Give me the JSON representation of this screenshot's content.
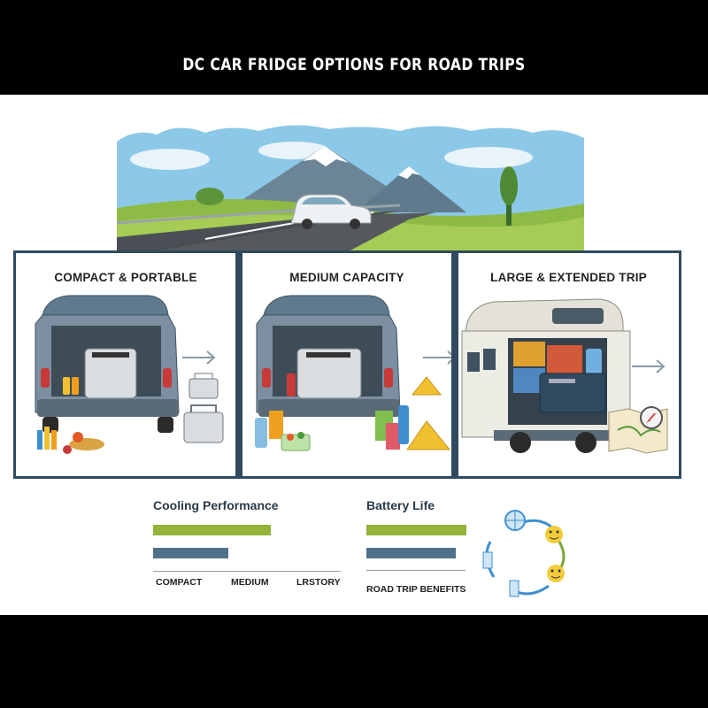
{
  "title": "DC CAR FRIDGE OPTIONS FOR ROAD TRIPS",
  "panels": [
    {
      "title": "COMPACT & PORTABLE"
    },
    {
      "title": "MEDIUM CAPACITY"
    },
    {
      "title": "LARGE & EXTENDED TRIP"
    }
  ],
  "cooling": {
    "title": "Cooling Performance",
    "levels": [
      0.74,
      0.47
    ],
    "axis_labels": [
      "COMPACT",
      "MEDIUM",
      "LRSTORY"
    ]
  },
  "battery": {
    "title": "Battery Life",
    "levels": [
      1.0,
      0.89
    ],
    "label": "ROAD TRIP BENEFITS"
  },
  "colors": {
    "frame": "#2f4a5e",
    "green_bar": "#93b33a",
    "blue_bar": "#4f7189",
    "sky": "#8cc8e8",
    "grass": "#8dbb45"
  },
  "icons": [
    "arrow-right-icon",
    "cooler-icon",
    "tent-icon",
    "map-icon",
    "compass-icon",
    "globe-icon",
    "smiley-icon",
    "drink-icon"
  ]
}
